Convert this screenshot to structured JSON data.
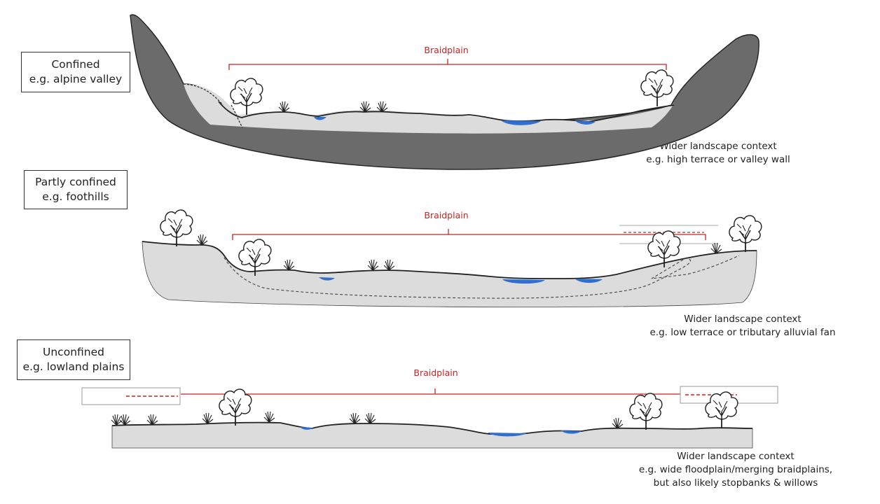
{
  "panels": [
    {
      "label_lines": [
        "Confined",
        "e.g. alpine valley"
      ],
      "braidplain_label": "Braidplain",
      "context_lines": [
        "Wider landscape context",
        "e.g. high terrace or valley wall"
      ]
    },
    {
      "label_lines": [
        "Partly confined",
        "e.g. foothills"
      ],
      "braidplain_label": "Braidplain",
      "context_lines": [
        "Wider landscape context",
        "e.g. low terrace or tributary alluvial fan"
      ]
    },
    {
      "label_lines": [
        "Unconfined",
        "e.g. lowland plains"
      ],
      "braidplain_label": "Braidplain",
      "context_lines": [
        "Wider landscape context",
        "e.g. wide floodplain/merging braidplains,",
        "but also likely stopbanks & willows"
      ]
    }
  ],
  "colors": {
    "valley_wall": "#6b6b6b",
    "sediment": "#dcdcdc",
    "water": "#2f6fd0",
    "braidplain_line": "#cc2222",
    "outline": "#222222"
  }
}
